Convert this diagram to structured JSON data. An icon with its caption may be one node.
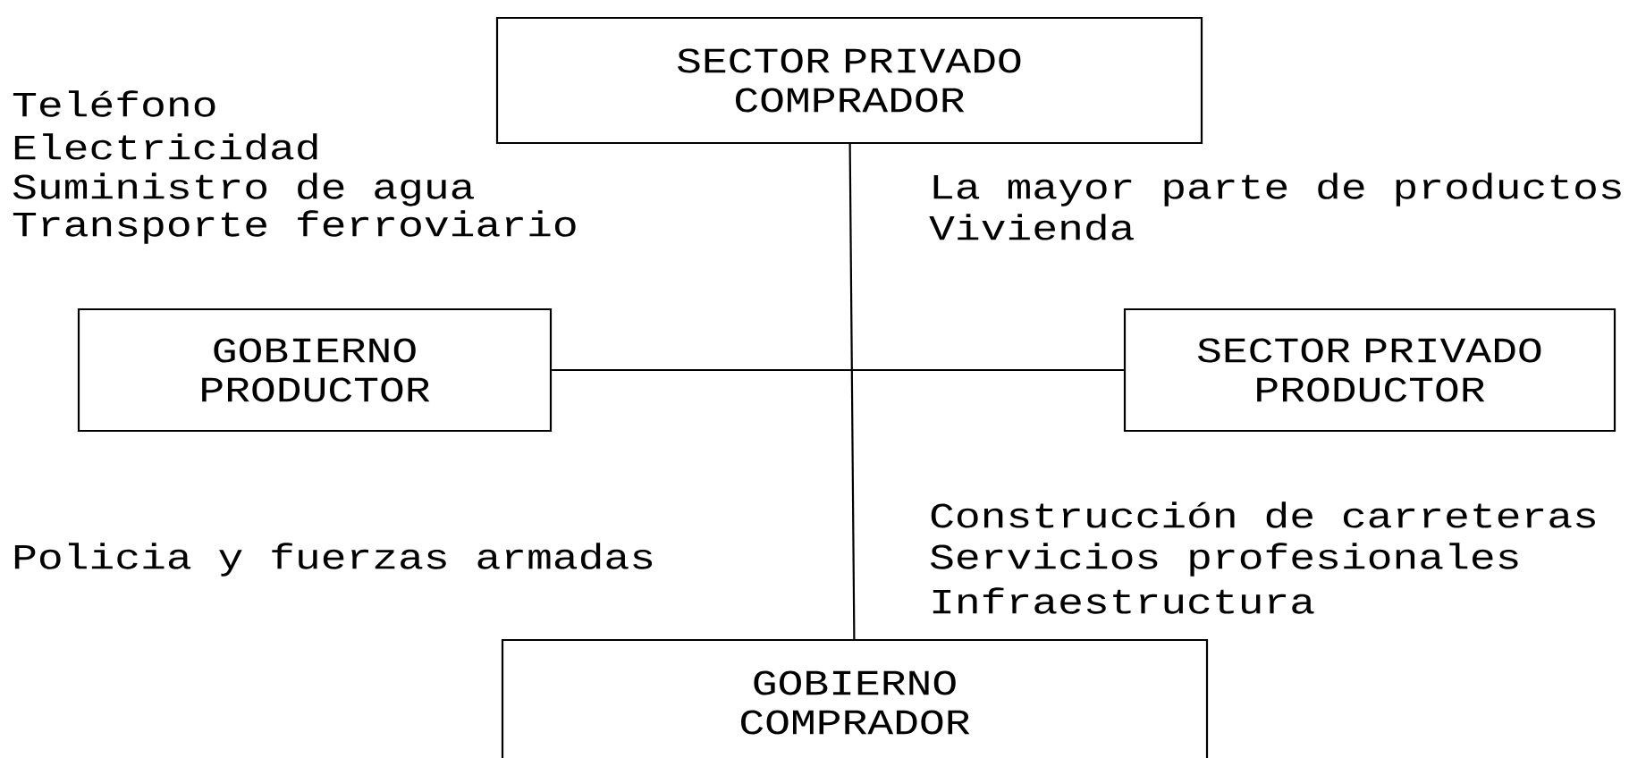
{
  "diagram": {
    "nodes": [
      {
        "text": [
          "SECTOR PRIVADO COMPRADOR"
        ]
      },
      {
        "text": [
          "GOBIERNO PRODUCTOR"
        ]
      },
      {
        "text": [
          "SECTOR PRIVADO PRODUCTOR"
        ]
      },
      {
        "text": [
          "GOBIERNO COMPRADOR"
        ]
      }
    ],
    "edges": [
      {
        "from": 0,
        "to": 3,
        "arrow": "none"
      },
      {
        "from": 1,
        "to": 2,
        "arrow": "none"
      }
    ],
    "labels": [
      "Teléfono",
      "Electricidad",
      "Suministro de agua",
      "Transporte ferroviario",
      "La mayor parte de productos",
      "Vivienda",
      "Construcción de carreteras",
      "Policia y fuerzas armadas",
      "Servicios profesionales",
      "Infraestructura"
    ]
  }
}
